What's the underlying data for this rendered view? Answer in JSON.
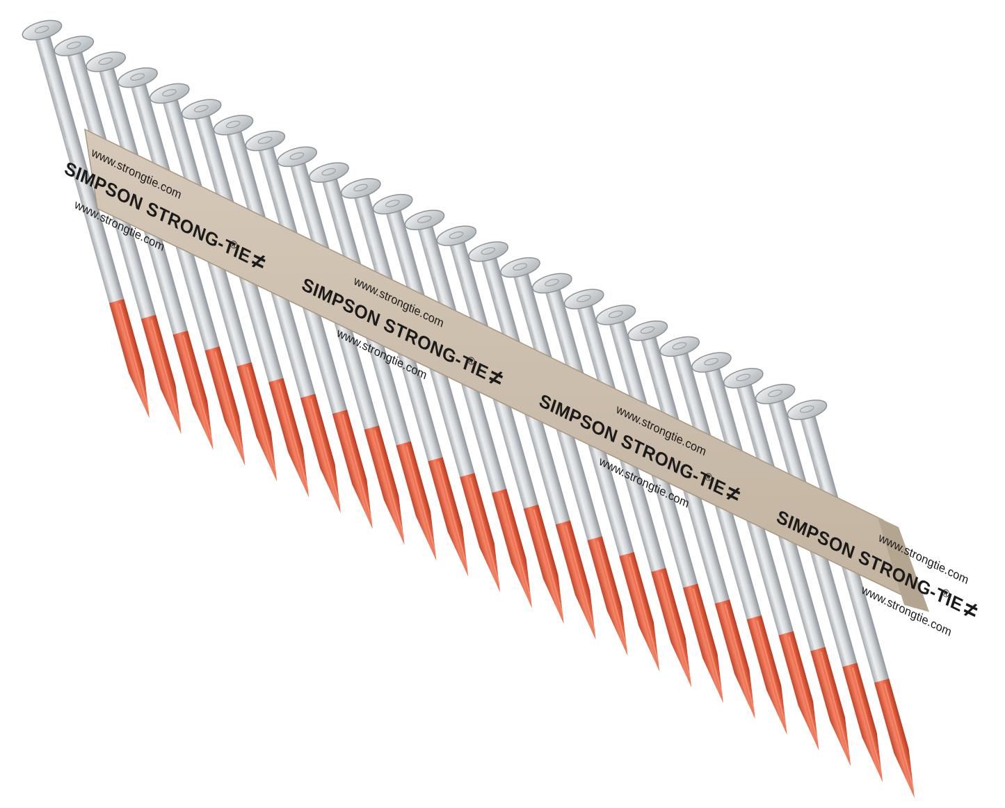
{
  "product": {
    "brand_text": "SIMPSON STRONG-TIE",
    "registered_mark": "®",
    "url_text": "www.strongtie.com",
    "logo_symbol": "≠",
    "nail_count": 25
  },
  "colors": {
    "background": "#ffffff",
    "shank_light": "#e4e6e8",
    "shank_dark": "#9ea3a8",
    "tip_light": "#f27c5e",
    "tip_dark": "#c9452a",
    "tape": "#cdbfae",
    "tape_edge": "#b9a994",
    "print": "#1b1b1b"
  }
}
